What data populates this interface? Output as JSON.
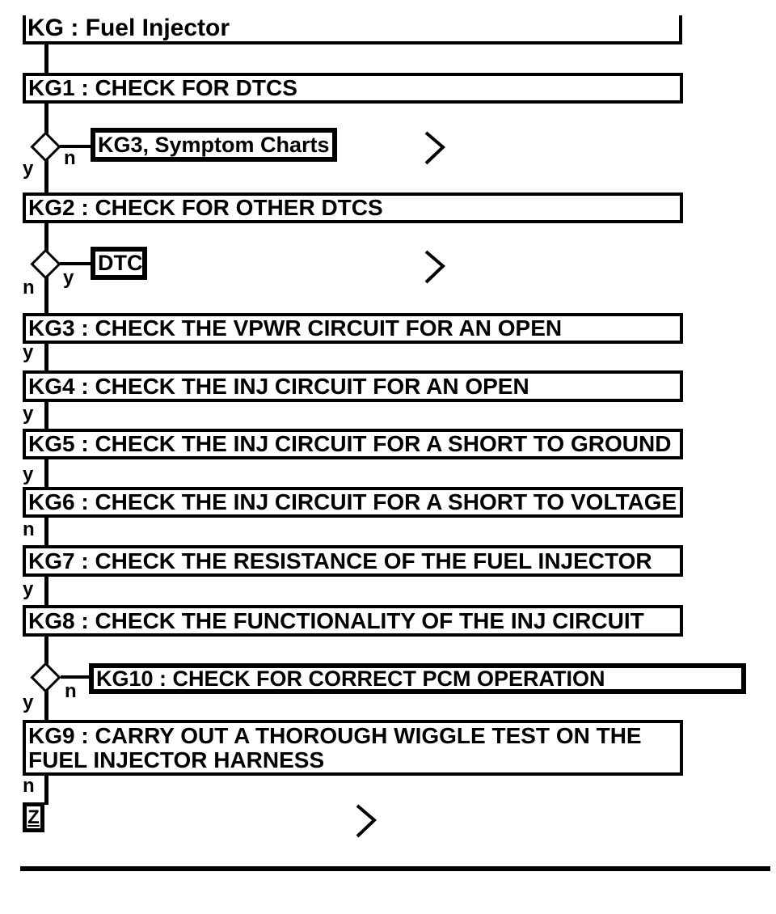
{
  "diagram": {
    "title": "KG : Fuel Injector",
    "steps": {
      "kg1": "KG1 : CHECK FOR DTCS",
      "kg2": "KG2 : CHECK FOR OTHER DTCS",
      "kg3": "KG3 : CHECK THE VPWR CIRCUIT FOR AN OPEN",
      "kg4": "KG4 : CHECK THE INJ CIRCUIT FOR AN OPEN",
      "kg5": "KG5 : CHECK THE INJ CIRCUIT FOR A SHORT TO GROUND",
      "kg6": "KG6 : CHECK THE INJ CIRCUIT FOR A SHORT TO VOLTAGE",
      "kg7": "KG7 : CHECK THE RESISTANCE OF THE FUEL INJECTOR",
      "kg8": "KG8 : CHECK THE FUNCTIONALITY OF THE INJ CIRCUIT",
      "kg9": {
        "line1": "KG9 : CARRY OUT A THOROUGH WIGGLE TEST ON THE",
        "line2": "FUEL INJECTOR HARNESS"
      }
    },
    "references": {
      "kg3_symptom": "KG3, Symptom Charts",
      "dtc": "DTC",
      "kg10": "KG10 : CHECK FOR CORRECT PCM OPERATION",
      "z_connector": "Z"
    },
    "branches": {
      "d1_yes": "y",
      "d1_no": "n",
      "d2_no": "n",
      "d2_yes": "y",
      "kg3_out": "y",
      "kg4_out": "y",
      "kg5_out": "y",
      "kg6_out": "n",
      "kg7_out": "y",
      "d3_yes": "y",
      "d3_no": "n",
      "kg9_out": "n"
    },
    "colors": {
      "ink": "#000000",
      "paper": "#ffffff"
    }
  }
}
